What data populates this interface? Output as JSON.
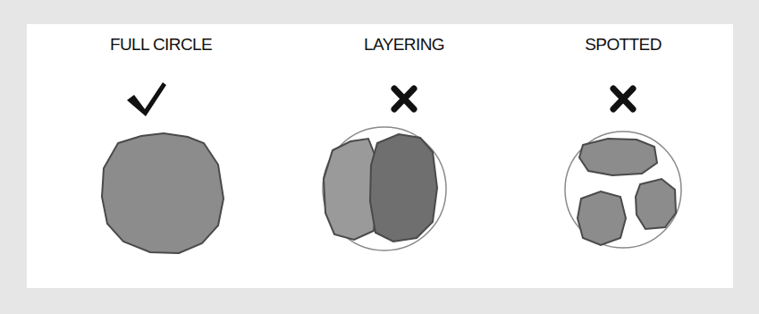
{
  "diagram": {
    "labels": [
      "FULL CIRCLE",
      "LAYERING",
      "SPOTTED"
    ]
  }
}
